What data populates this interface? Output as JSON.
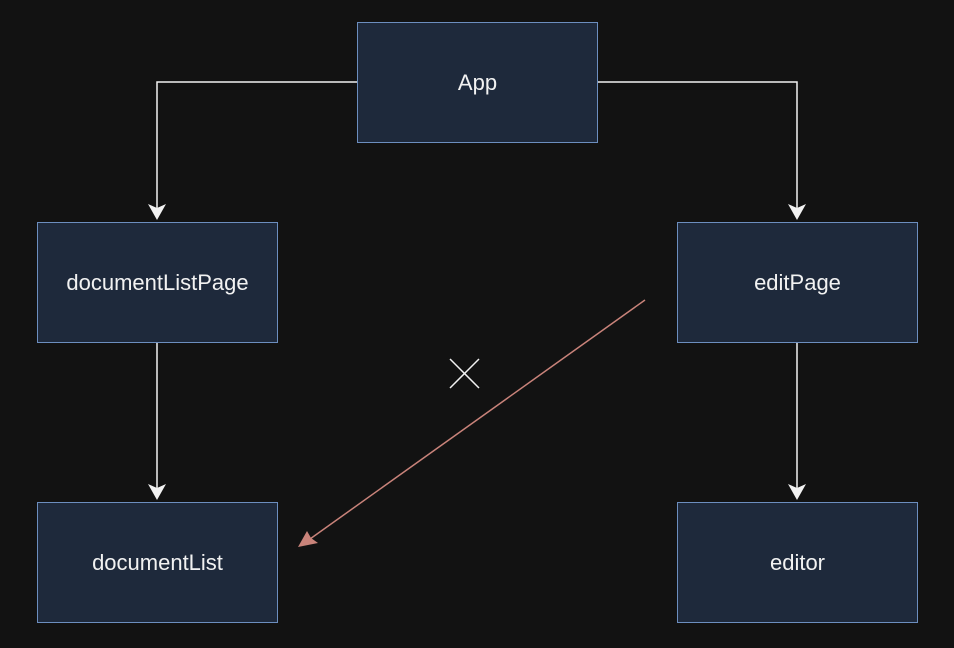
{
  "nodes": {
    "app": "App",
    "document_list_page": "documentListPage",
    "edit_page": "editPage",
    "document_list": "documentList",
    "editor": "editor"
  },
  "colors": {
    "background": "#121212",
    "node_fill": "#1e293b",
    "node_border": "#6c8ebf",
    "edge": "#f2f2f2",
    "forbidden_edge": "#c9837a"
  },
  "icons": {
    "forbidden_marker": "cross-icon"
  }
}
